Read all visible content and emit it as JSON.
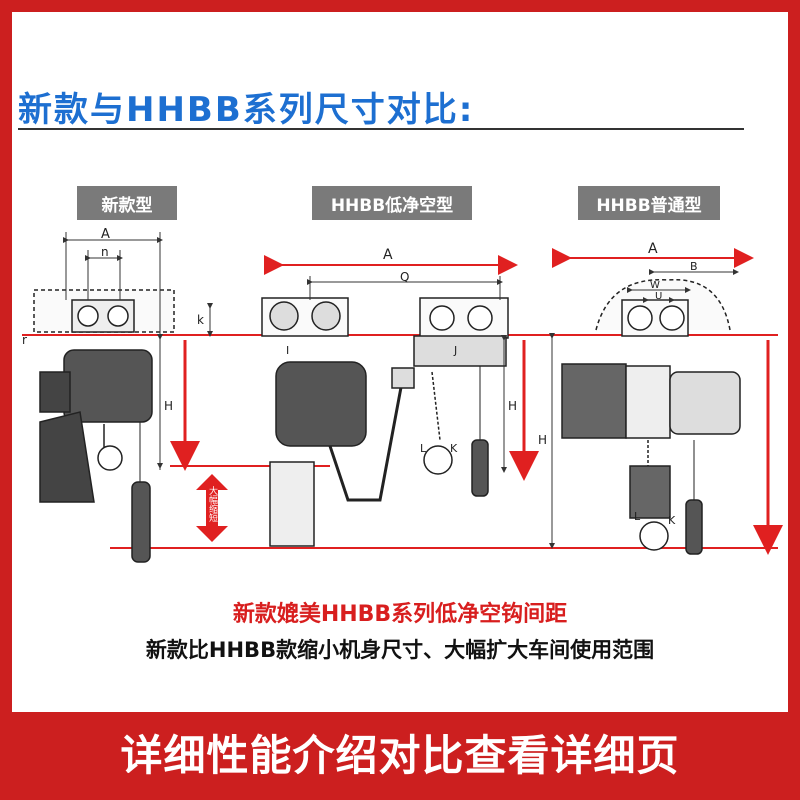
{
  "header": {
    "title": "新款与HHBB系列尺寸对比:"
  },
  "tags": {
    "new": "新款型",
    "low": "HHBB低净空型",
    "normal": "HHBB普通型"
  },
  "dims": {
    "A": "A",
    "n": "n",
    "k": "k",
    "r": "r",
    "H": "H",
    "Q": "Q",
    "I": "I",
    "J": "J",
    "L": "L",
    "K": "K",
    "B": "B",
    "W": "W",
    "U": "U"
  },
  "annotation": {
    "shorter": "大幅缩短"
  },
  "captions": {
    "red": "新款媲美HHBB系列低净空钩间距",
    "black": "新款比HHBB款缩小机身尺寸、大幅扩大车间使用范围"
  },
  "footer": {
    "text": "详细性能介绍对比查看详细页"
  },
  "colors": {
    "accent": "#1d6fd1",
    "brand_red": "#cc1f1f",
    "line_red": "#e02020",
    "tag_gray": "#7a7a7a"
  }
}
